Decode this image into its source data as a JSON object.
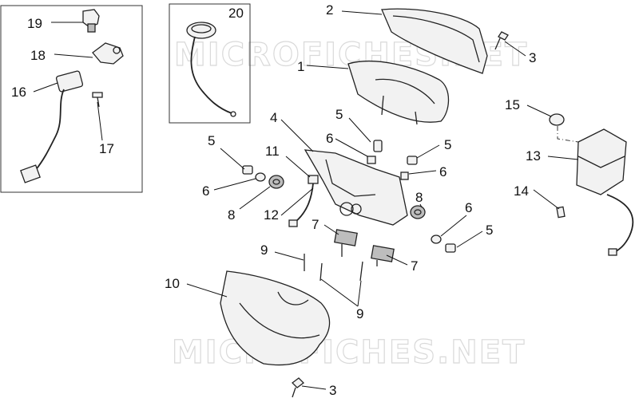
{
  "watermark": "MICROFICHES.NET",
  "callouts": {
    "c1": "1",
    "c2": "2",
    "c3a": "3",
    "c3b": "3",
    "c4": "4",
    "c5a": "5",
    "c5b": "5",
    "c5c": "5",
    "c5d": "5",
    "c6a": "6",
    "c6b": "6",
    "c6c": "6",
    "c6d": "6",
    "c7a": "7",
    "c7b": "7",
    "c8a": "8",
    "c8b": "8",
    "c9a": "9",
    "c9b": "9",
    "c10": "10",
    "c11": "11",
    "c12": "12",
    "c13": "13",
    "c14": "14",
    "c15": "15",
    "c16": "16",
    "c17": "17",
    "c18": "18",
    "c19": "19",
    "c20": "20"
  }
}
